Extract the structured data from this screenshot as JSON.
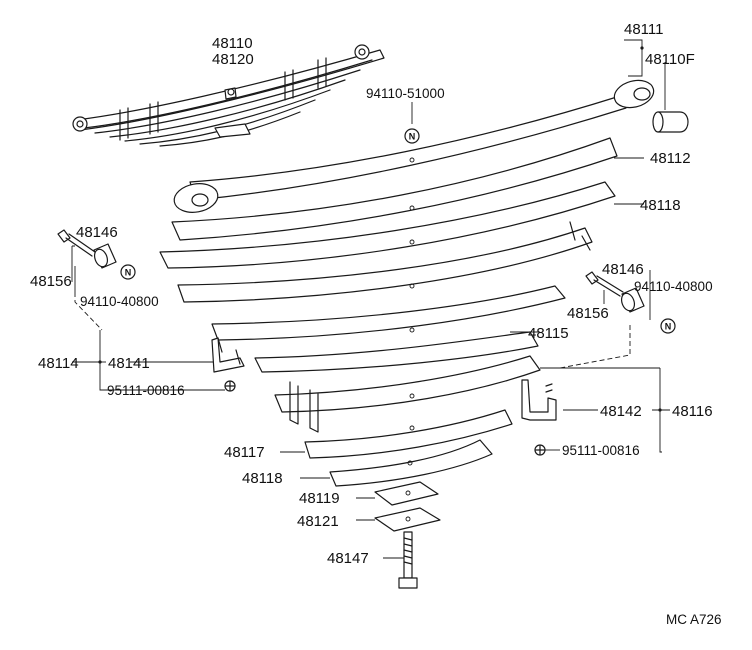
{
  "parts": {
    "p48110": "48110",
    "p48120": "48120",
    "p48111": "48111",
    "p48110F": "48110F",
    "p9411051000": "94110-51000",
    "p48112": "48112",
    "p48118a": "48118",
    "p48146a": "48146",
    "p48156a": "48156",
    "p9411040800a": "94110-40800",
    "p48146b": "48146",
    "p9411040800b": "94110-40800",
    "p48156b": "48156",
    "p48115": "48115",
    "p48114": "48114",
    "p48141": "48141",
    "p9511100816a": "95111-00816",
    "p48142": "48142",
    "p48116": "48116",
    "p9511100816b": "95111-00816",
    "p48117": "48117",
    "p48118b": "48118",
    "p48119": "48119",
    "p48121": "48121",
    "p48147": "48147"
  },
  "notice_mark": "N",
  "figure_code": "MC A726"
}
